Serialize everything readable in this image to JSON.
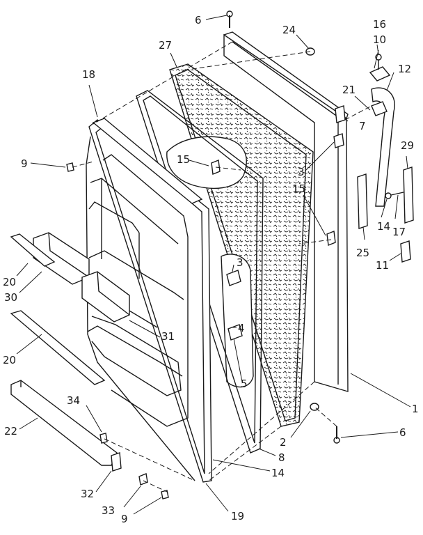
{
  "labels": {
    "n6a": "6",
    "n24": "24",
    "n16": "16",
    "n10": "10",
    "n27": "27",
    "n18": "18",
    "n12": "12",
    "n21": "21",
    "n7": "7",
    "n9a": "9",
    "n15a": "15",
    "n3a": "3",
    "n29": "29",
    "n15b": "15",
    "n14a": "14",
    "n25": "25",
    "n17": "17",
    "n11": "11",
    "n20a": "20",
    "n30": "30",
    "n3b": "3",
    "n4": "4",
    "n31": "31",
    "n5": "5",
    "n20b": "20",
    "n1": "1",
    "n34": "34",
    "n22": "22",
    "n2": "2",
    "n6b": "6",
    "n8": "8",
    "n14b": "14",
    "n32": "32",
    "n33": "33",
    "n9b": "9",
    "n19": "19"
  },
  "colors": {
    "ink": "#1a1a1a",
    "paper": "#ffffff"
  }
}
